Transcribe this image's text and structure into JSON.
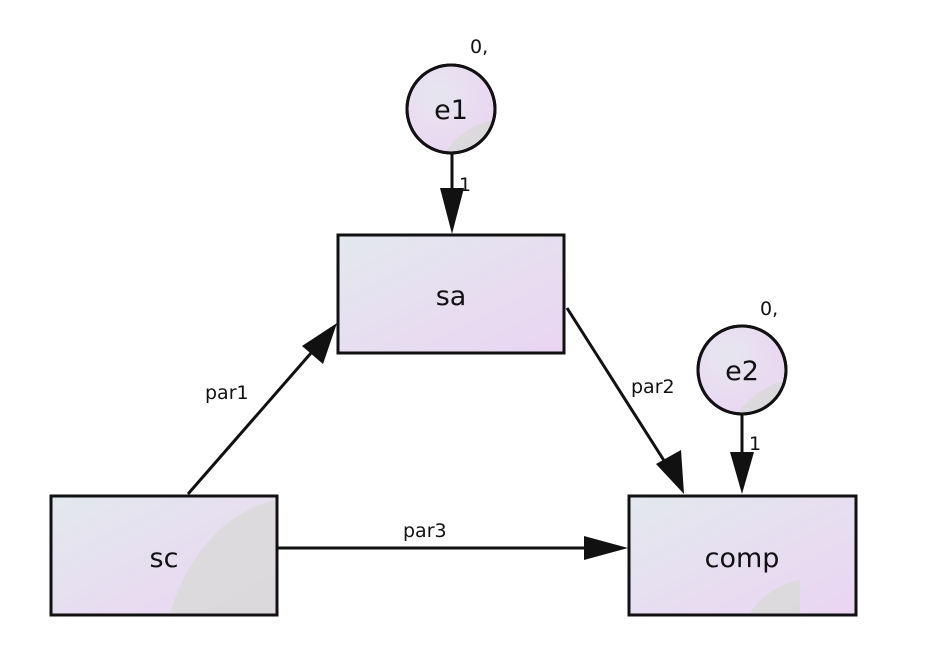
{
  "colors": {
    "fill_start": "#e3e8ee",
    "fill_end": "#ead5f2",
    "stroke": "#111111",
    "sheen": "#d9d9d9"
  },
  "observed": {
    "sa": {
      "label": "sa"
    },
    "sc": {
      "label": "sc"
    },
    "comp": {
      "label": "comp"
    }
  },
  "errors": {
    "e1": {
      "label": "e1",
      "mean_var": "0,",
      "loading": "1"
    },
    "e2": {
      "label": "e2",
      "mean_var": "0,",
      "loading": "1"
    }
  },
  "paths": {
    "sc_to_sa": {
      "label": "par1"
    },
    "sa_to_comp": {
      "label": "par2"
    },
    "sc_to_comp": {
      "label": "par3"
    }
  }
}
